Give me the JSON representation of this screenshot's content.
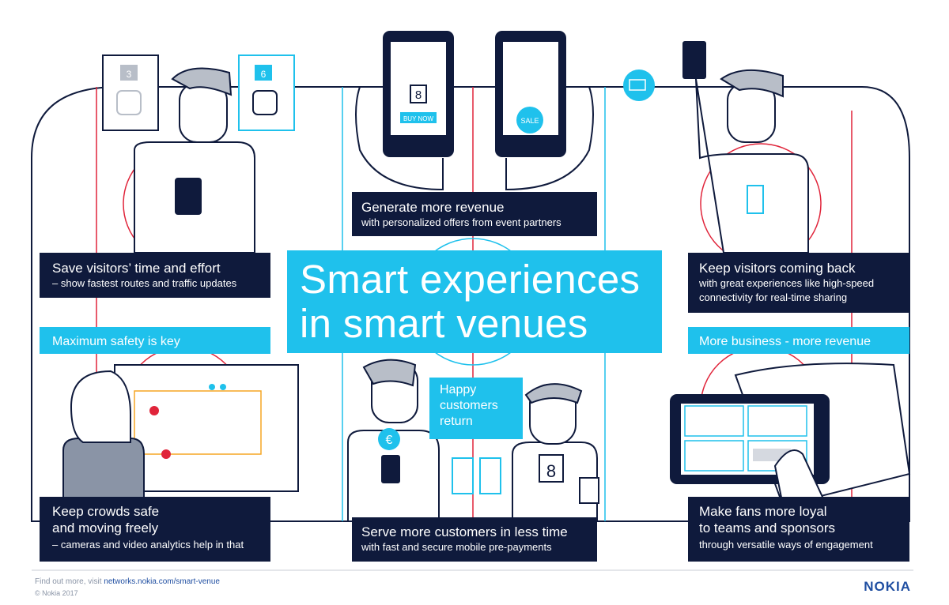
{
  "hero": {
    "line1": "Smart experiences",
    "line2": "in smart venues"
  },
  "panels": {
    "save_time": {
      "title": "Save visitors’ time and effort",
      "sub": "– show fastest routes and traffic updates"
    },
    "revenue": {
      "title": "Generate more revenue",
      "sub": "with personalized offers from event partners"
    },
    "coming_back": {
      "title": "Keep visitors coming back",
      "sub1": "with great experiences like high-speed",
      "sub2": "connectivity for real-time sharing"
    },
    "crowds": {
      "title1": "Keep crowds safe",
      "title2": "and moving freely",
      "sub": "– cameras and video analytics help in that"
    },
    "serve": {
      "title": "Serve more customers in less time",
      "sub": "with fast and secure mobile pre-payments"
    },
    "fans": {
      "title1": "Make fans more loyal",
      "title2": "to teams and sponsors",
      "sub": "through versatile ways of engagement"
    }
  },
  "banners": {
    "safety": "Maximum safety is key",
    "business": "More business - more revenue",
    "happy": {
      "l1": "Happy",
      "l2": "customers",
      "l3": "return"
    }
  },
  "illustration": {
    "train_left_number": "3",
    "train_right_number": "6",
    "phone_badge_number": "8",
    "buy_now_label": "BUY NOW",
    "sale_label": "SALE",
    "jersey_number": "8",
    "euro_symbol": "€",
    "icons": [
      "train-icon",
      "camera-swap-icon",
      "euro-icon",
      "hockey-player-icon",
      "ice-rink-icon"
    ]
  },
  "footer": {
    "find_prefix": "Find out more, visit ",
    "link": "networks.nokia.com/smart-venue",
    "copyright": "© Nokia 2017",
    "logo": "NOKIA"
  },
  "colors": {
    "navy": "#0f1a3c",
    "cyan": "#1fc1ec",
    "red_line": "#e0243a",
    "link": "#1f4ea1"
  }
}
